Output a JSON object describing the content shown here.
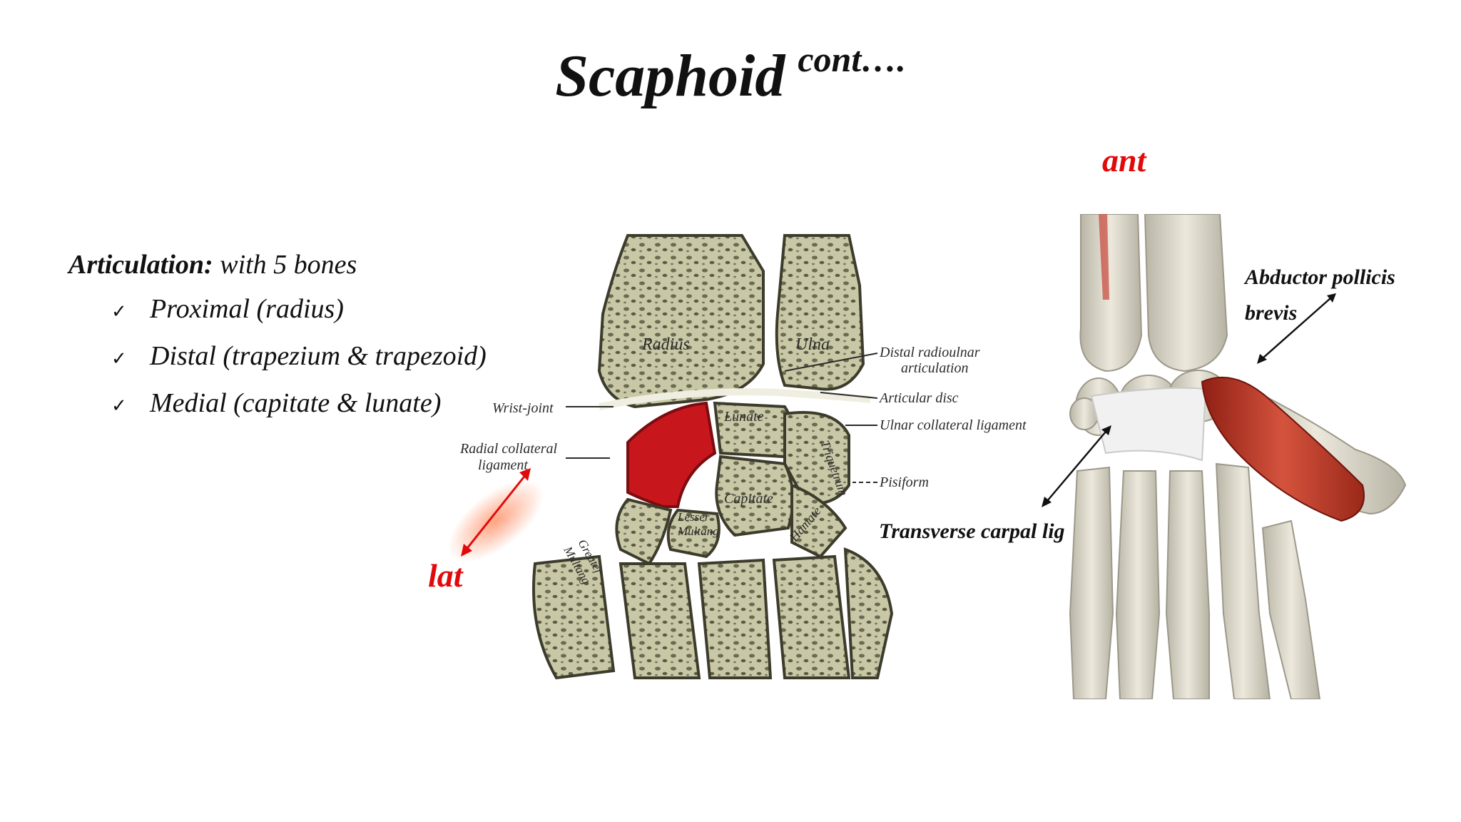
{
  "title": {
    "main": "Scaphoid",
    "sup": "cont…."
  },
  "articulation": {
    "heading": "Articulation:",
    "heading_rest": " with 5 bones",
    "items": [
      "Proximal (radius)",
      "Distal (trapezium & trapezoid)",
      "Medial (capitate & lunate)"
    ],
    "check": "✓"
  },
  "direction_labels": {
    "lat": "lat",
    "ant": "ant"
  },
  "wrist_figure": {
    "bone_labels": {
      "radius": "Radius",
      "ulna": "Ulna",
      "lunate": "Lunate",
      "capitate": "Capitate",
      "triquetrum": "Triquetrum",
      "hamate": "Hamate",
      "lesser_mult": "Lesser",
      "lesser_mult2": "Multang",
      "greater_mult": "Greater",
      "greater_mult2": "Multang"
    },
    "callouts": {
      "wrist_joint": "Wrist-joint",
      "radial_collateral_1": "Radial collateral",
      "radial_collateral_2": "ligament",
      "distal_radioulnar_1": "Distal radioulnar",
      "distal_radioulnar_2": "articulation",
      "articular_disc": "Articular disc",
      "ulnar_collateral": "Ulnar collateral ligament",
      "pisiform": "Pisiform"
    }
  },
  "hand_figure": {
    "labels": {
      "abductor_1": "Abductor pollicis",
      "abductor_2": "brevis",
      "transverse": "Transverse carpal lig"
    }
  },
  "colors": {
    "accent_red": "#e10a0a",
    "scaphoid_red": "#c8161d",
    "bone": "#c9c7a8"
  }
}
